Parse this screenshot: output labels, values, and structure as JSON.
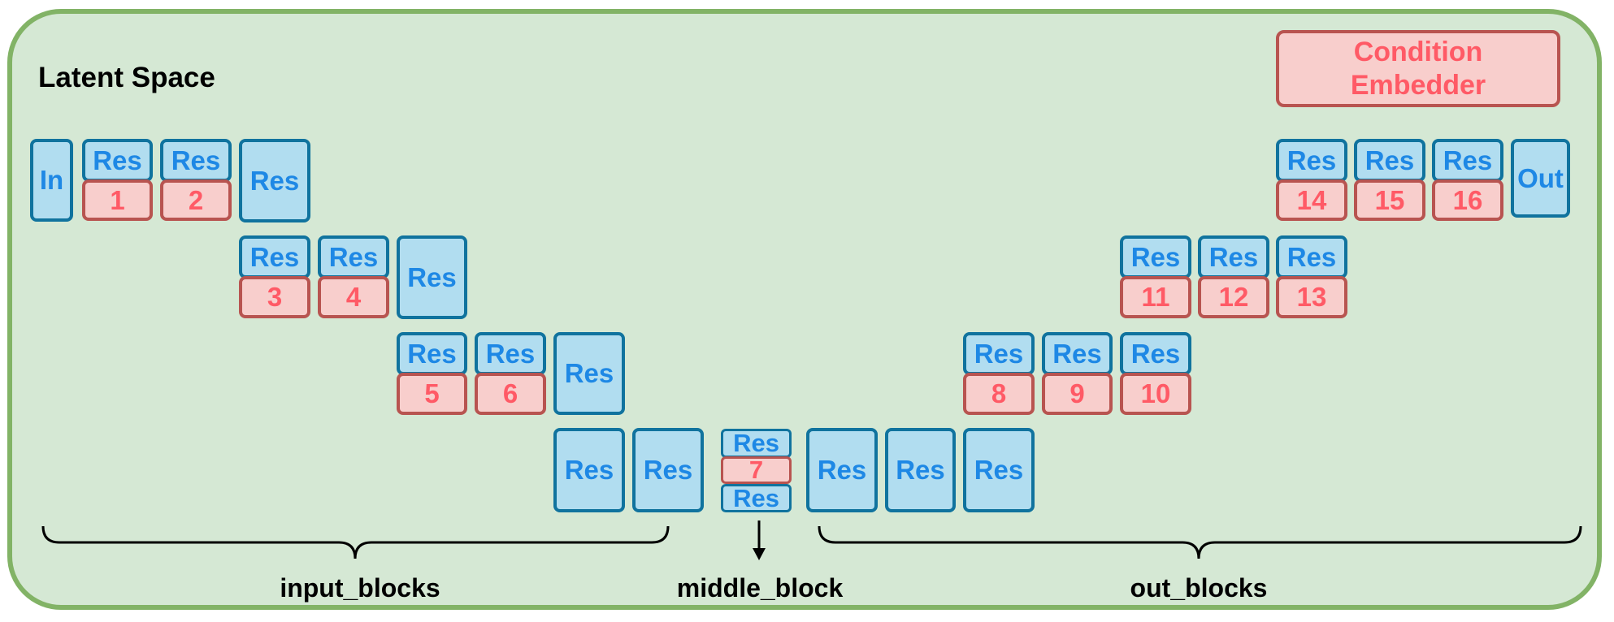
{
  "title": "Latent Space",
  "condition_embedder": {
    "line1": "Condition",
    "line2": "Embedder"
  },
  "in_label": "In",
  "out_label": "Out",
  "res_label": "Res",
  "embed_numbers": [
    "1",
    "2",
    "3",
    "4",
    "5",
    "6",
    "7",
    "8",
    "9",
    "10",
    "11",
    "12",
    "13",
    "14",
    "15",
    "16"
  ],
  "groups": {
    "input": "input_blocks",
    "middle": "middle_block",
    "output": "out_blocks"
  },
  "colors": {
    "background_fill": "#d5e8d4",
    "background_stroke": "#82b366",
    "res_fill": "#b1ddf0",
    "res_stroke": "#10739e",
    "res_text": "#1e88e5",
    "embed_fill": "#f8cecc",
    "embed_stroke": "#b85450",
    "embed_text": "#ff5a66"
  }
}
